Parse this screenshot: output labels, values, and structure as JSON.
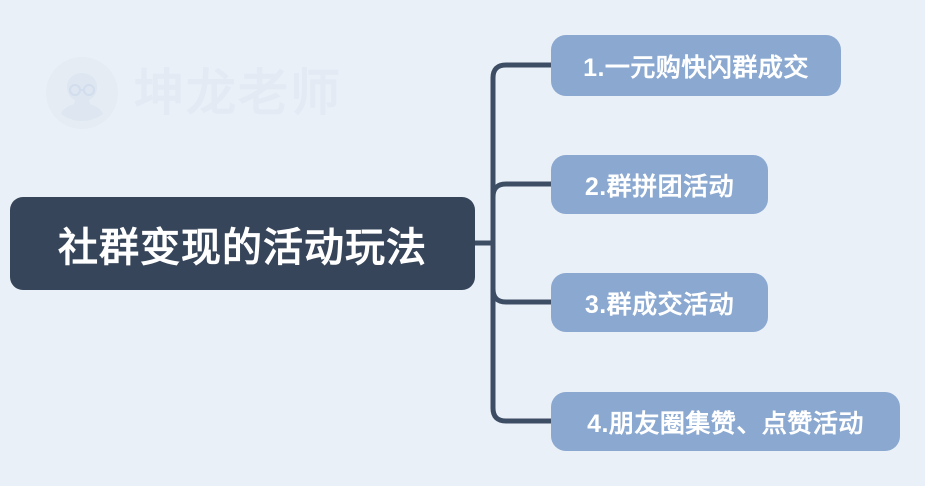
{
  "diagram": {
    "type": "mind-map",
    "orientation": "left-to-right",
    "background_color": "#eaf0f8",
    "connector_color": "#3d4d63",
    "root": {
      "label": "社群变现的活动玩法",
      "fill_color": "#364559",
      "text_color": "#ffffff"
    },
    "children": [
      {
        "label": "1.一元购快闪群成交",
        "fill_color": "#8aa8d0",
        "text_color": "#ffffff"
      },
      {
        "label": "2.群拼团活动",
        "fill_color": "#8aa8d0",
        "text_color": "#ffffff"
      },
      {
        "label": "3.群成交活动",
        "fill_color": "#8aa8d0",
        "text_color": "#ffffff"
      },
      {
        "label": "4.朋友圈集赞、点赞活动",
        "fill_color": "#8aa8d0",
        "text_color": "#ffffff"
      }
    ]
  },
  "watermark": {
    "text": "坤龙老师",
    "color": "#e3eaf4"
  }
}
